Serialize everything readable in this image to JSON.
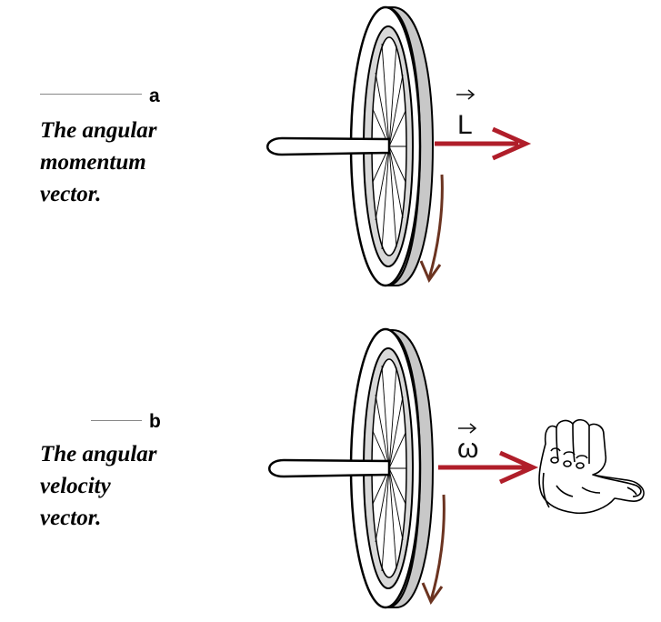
{
  "panels": [
    {
      "letter": "a",
      "caption_lines": [
        "The angular",
        "momentum",
        "vector."
      ],
      "vector_symbol": "L"
    },
    {
      "letter": "b",
      "caption_lines": [
        "The angular",
        "velocity",
        "vector."
      ],
      "vector_symbol": "ω"
    }
  ],
  "colors": {
    "vector_arrow": "#b01e2a",
    "rotation_arrow": "#6b3320",
    "rim_fill": "#c8c8c8",
    "outline": "#000000"
  },
  "icons": [
    "bicycle-wheel",
    "right-hand-rule-hand"
  ]
}
